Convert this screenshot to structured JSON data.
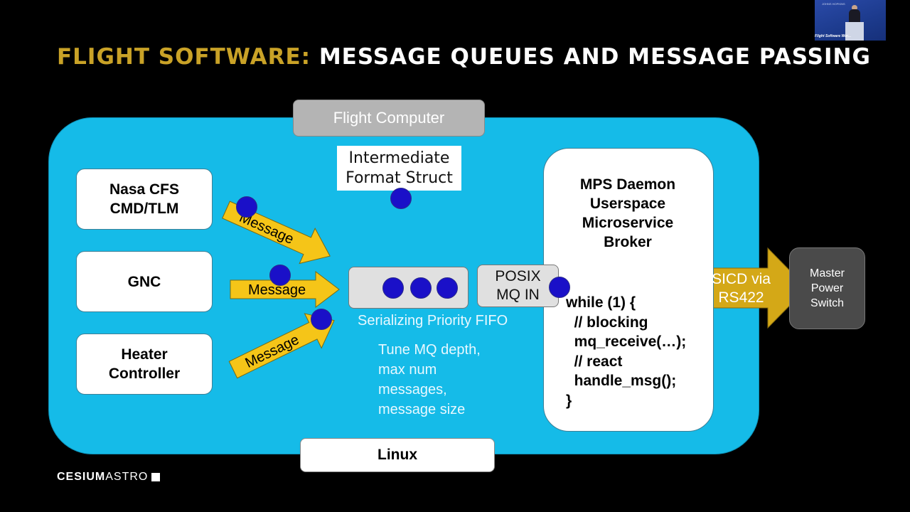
{
  "slide": {
    "title_prefix": "FLIGHT SOFTWARE:",
    "title_main": "MESSAGE QUEUES AND MESSAGE PASSING",
    "colors": {
      "title_gold": "#c9a227",
      "container_blue": "#15bbe8",
      "message_dot": "#1a10c8",
      "arrow_gold": "#f5c518",
      "sicd_arrow": "#d4a817"
    }
  },
  "video_pip": {
    "caption": "Flight Software Wor...",
    "org_text": "JOHNS HOPKINS"
  },
  "diagram": {
    "container_label": "Flight Computer",
    "os_label": "Linux",
    "intermediate_label": "Intermediate Format Struct",
    "components": [
      {
        "label": "Nasa CFS CMD/TLM"
      },
      {
        "label": "GNC"
      },
      {
        "label": "Heater Controller"
      }
    ],
    "arrows": [
      {
        "label": "Message"
      },
      {
        "label": "Message"
      },
      {
        "label": "Message"
      }
    ],
    "fifo": {
      "label": "Serializing Priority FIFO",
      "queued_messages": 3,
      "note": "Tune MQ depth, max num messages, message size"
    },
    "posix_mq": {
      "label": "POSIX MQ IN"
    },
    "daemon": {
      "title": "MPS Daemon Userspace Microservice Broker",
      "code_lines": [
        "while (1) {",
        "  // blocking",
        "  mq_receive(…);",
        "  // react",
        "  handle_msg();",
        "}"
      ]
    },
    "link": {
      "label": "SICD via RS422"
    },
    "target": {
      "label": "Master Power Switch"
    }
  },
  "footer": {
    "logo_bold": "CESIUM",
    "logo_light": "ASTRO"
  }
}
